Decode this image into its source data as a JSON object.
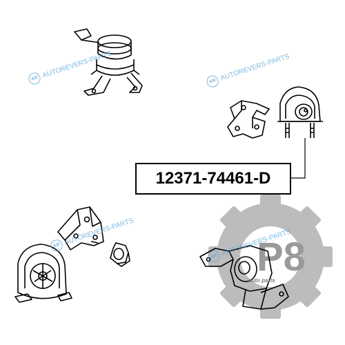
{
  "watermark": {
    "logo": "AR",
    "text": "AUTOREVERS-PARTS"
  },
  "part_number": "12371-74461-D",
  "brand": {
    "mark": "P8",
    "subtitle": "auto parts",
    "gear_color": "#bcbcbc",
    "mark_color": "#9a9a9a"
  },
  "colors": {
    "watermark": "#5fa8d8",
    "ink": "#000000"
  }
}
